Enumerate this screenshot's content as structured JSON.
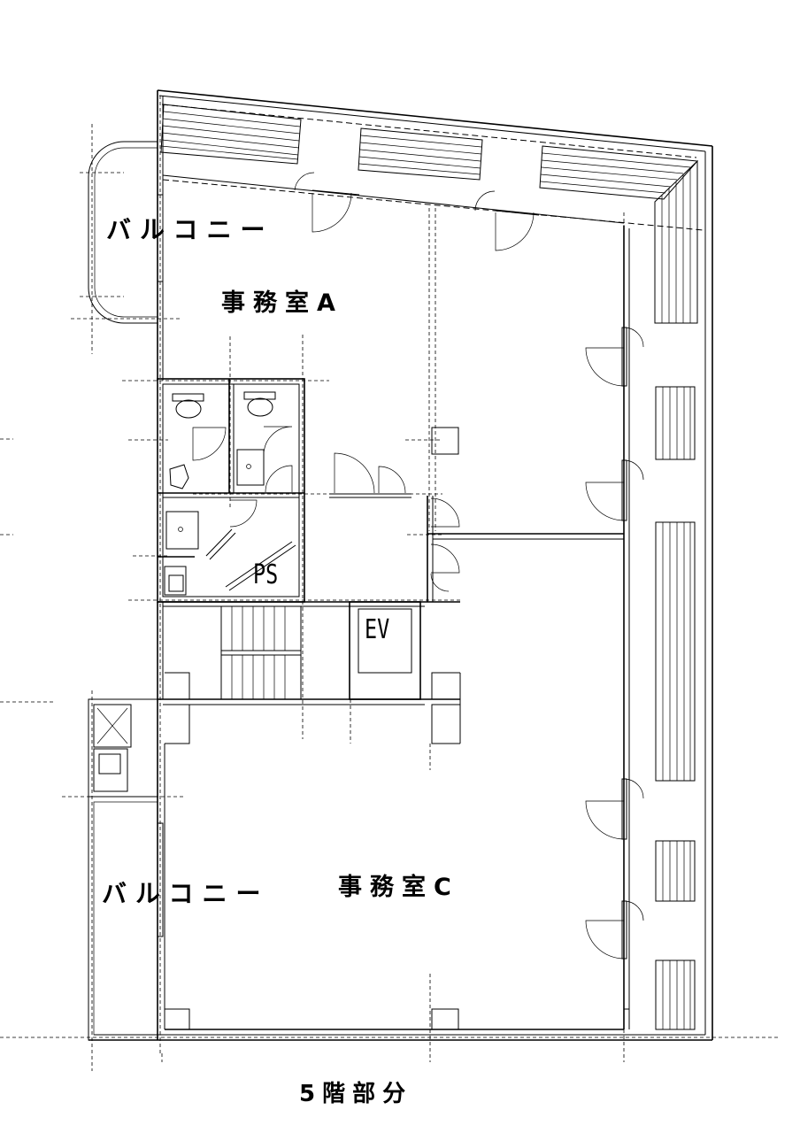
{
  "rooms": {
    "office_a": "事務室A",
    "office_c": "事務室C",
    "balcony_top": "バルコニー",
    "balcony_bottom": "バルコニー",
    "ps": "PS",
    "ev": "EV"
  },
  "floor_label": "5階部分"
}
